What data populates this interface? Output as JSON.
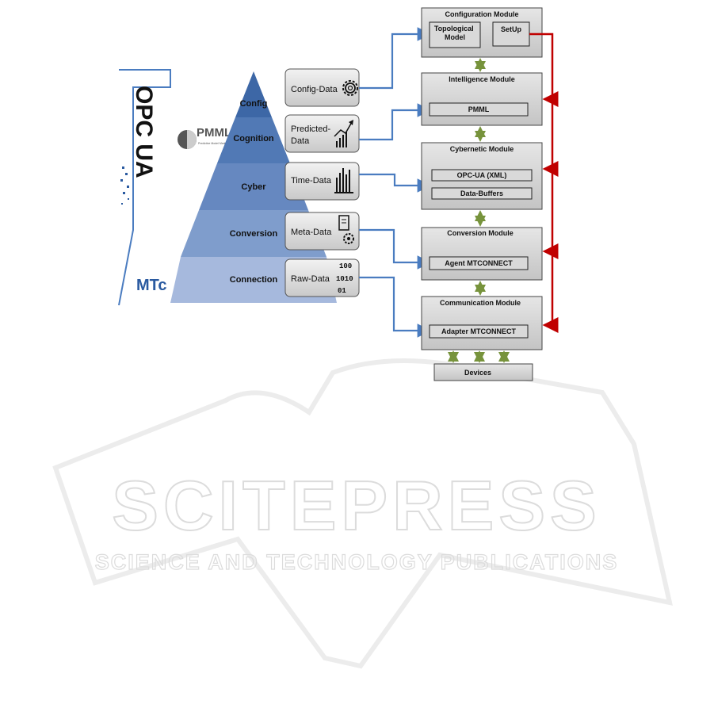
{
  "pyramid": {
    "levels": [
      "Config",
      "Cognition",
      "Cyber",
      "Conversion",
      "Connection"
    ],
    "colors": [
      "#3d67a6",
      "#5179b5",
      "#6688c0",
      "#7f9dcc",
      "#a6b9dd"
    ]
  },
  "data_boxes": [
    "Config-Data",
    "Predicted-Data",
    "Time-Data",
    "Meta-Data",
    "Raw-Data"
  ],
  "raw_data_glyph": [
    "100",
    "1010",
    "01"
  ],
  "side_logos": {
    "opc": "OPC UA",
    "pmml": "PMML",
    "pmml_sub": "Predictive Model Markup Language",
    "mtc": "MTc"
  },
  "modules": {
    "configuration": {
      "title": "Configuration Module",
      "items": [
        "Topological Model",
        "SetUp"
      ]
    },
    "intelligence": {
      "title": "Intelligence Module",
      "items": [
        "PMML"
      ]
    },
    "cybernetic": {
      "title": "Cybernetic Module",
      "items": [
        "OPC-UA (XML)",
        "Data-Buffers"
      ]
    },
    "conversion": {
      "title": "Conversion Module",
      "items": [
        "Agent MTCONNECT"
      ]
    },
    "communication": {
      "title": "Communication Module",
      "items": [
        "Adapter MTCONNECT"
      ]
    }
  },
  "devices": "Devices",
  "watermark": {
    "main": "SCITEPRESS",
    "sub": "SCIENCE AND TECHNOLOGY PUBLICATIONS"
  },
  "colors": {
    "blue_arrow": "#4a7cc0",
    "red_line": "#c00000",
    "green_arrow": "#77933c",
    "module_fill": "#d6d6d6",
    "watermark": "#e8e8e8"
  }
}
